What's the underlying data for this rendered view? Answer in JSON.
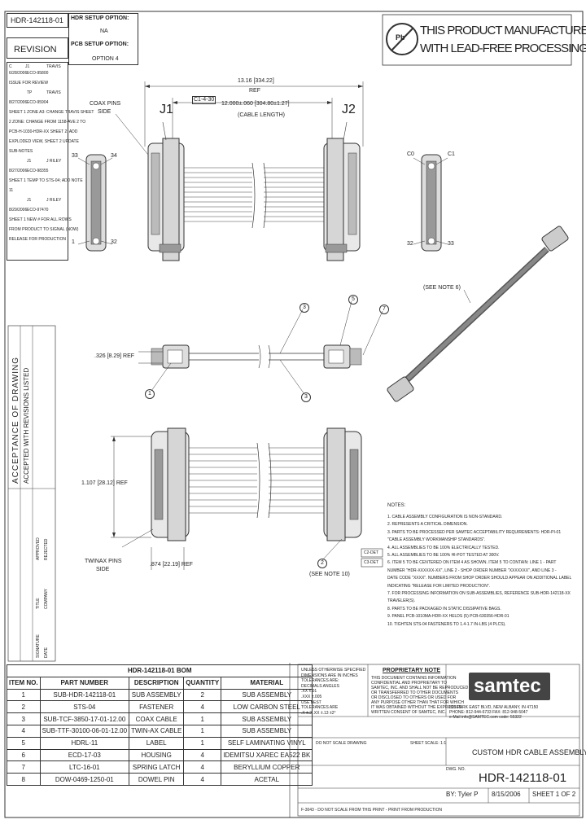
{
  "part_number_box": "HDR-142118-01",
  "revision": {
    "title": "REVISION",
    "header": [
      "C",
      "J1",
      "TRAVIS"
    ],
    "rows": [
      [
        "6/28/2006",
        "ECO-95800",
        ""
      ],
      [
        "ISSUE FOR REVIEW",
        "",
        ""
      ],
      [
        "",
        "TP",
        "TRAVIS"
      ],
      [
        "8/27/2006",
        "ECO-95904",
        ""
      ],
      [
        "SHEET 1 ZONE A3: CHANGE TRAVIS SHEET",
        "",
        ""
      ],
      [
        "2 ZONE: CHANGE FROM 1158-AVE 2 TO",
        "",
        ""
      ],
      [
        "PCB-H-1030-HDR-XX SHEET 2: ADD",
        "",
        ""
      ],
      [
        "EXPLODED VIEW, SHEET 2 UPDATE",
        "",
        ""
      ],
      [
        "SUB-NOTES",
        "",
        ""
      ],
      [
        "",
        "J1",
        "J RILEY"
      ],
      [
        "8/27/2006",
        "ECO-98355",
        ""
      ],
      [
        "SHEET 1 TEMP TO STS-04; ADD NOTE",
        "",
        ""
      ],
      [
        "11",
        "",
        ""
      ],
      [
        "",
        "J1",
        "J RILEY"
      ],
      [
        "8/29/2006",
        "ECO-97470",
        ""
      ],
      [
        "SHEET 1 NEW # FOR ALL ROWS",
        "",
        ""
      ],
      [
        "FROM PRODUCT TO SIGNAL (NOW)",
        "",
        ""
      ],
      [
        "RELEASE FOR PRODUCTION",
        "",
        ""
      ]
    ]
  },
  "setup": {
    "hdr_label": "HDR SETUP OPTION:",
    "hdr_value": "NA",
    "pcb_label": "PCB SETUP OPTION:",
    "pcb_value": "OPTION 4"
  },
  "lead_free": {
    "line1": "THIS PRODUCT MANUFACTURED",
    "line2": "WITH LEAD-FREE PROCESSING",
    "symbol": "Pb"
  },
  "drawing": {
    "overall": "13.16 [334.22]",
    "overall_ref": "REF",
    "cable_length": "12.000±.060 [304.80±1.27]",
    "cable_length_label": "(CABLE LENGTH)",
    "c1_tag": "C1-4-30",
    "j1": "J1",
    "j2": "J2",
    "coax_label_1": "COAX PINS",
    "coax_label_2": "SIDE",
    "pin_33": "33",
    "pin_34": "34",
    "pin_1": "1",
    "pin_32": "32",
    "pin_c0": "C0",
    "pin_c1": "C1",
    "pin_c2": "32",
    "pin_c3": "33",
    "see_note_6": "(SEE NOTE 6)",
    "see_note_10": "(SEE NOTE 10)",
    "dim_326": ".326 [8.29] REF",
    "dim_1107": "1.107 [28.12] REF",
    "dim_874": ".874 [22.19] REF",
    "twinax_1": "TWINAX PINS",
    "twinax_2": "SIDE",
    "balloons": [
      "1",
      "3",
      "5",
      "7",
      "3",
      "2"
    ]
  },
  "notes": {
    "title": "NOTES:",
    "lines": [
      "1. CABLE ASSEMBLY CONFIGURATION IS NON-STANDARD.",
      "2.  REPRESENTS A CRITICAL DIMENSION.",
      "3. PARTS TO BE PROCESSED PER SAMTEC ACCEPTABILITY REQUIREMENTS: HDR-PI-01",
      "   \"CABLE ASSEMBLY WORKMANSHIP STANDARDS\".",
      "4. ALL ASSEMBLIES TO BE 100% ELECTRICALLY TESTED.",
      "5. ALL ASSEMBLIES TO BE 100% HI-POT TESTED AT 300V.",
      "6. ITEM 5 TO BE CENTERED ON ITEM 4 AS SHOWN. ITEM 5 TO CONTAIN: LINE 1 - PART",
      "   NUMBER \"HDR-XXXXXX-XX\", LINE 2 - SHOP ORDER NUMBER \"XXXXXXX\", AND LINE 3 -",
      "   DATE CODE \"XXXX\". NUMBERS FROM SHOP ORDER SHOULD APPEAR ON ADDITIONAL LABEL",
      "   INDICATING \"RELEASE FOR LIMITED PRODUCTION\".",
      "7. FOR PROCESSING INFORMATION ON SUB-ASSEMBLIES, REFERENCE SUB-HDR-142118-XX",
      "   TRAVELER(S).",
      "8. PARTS TO BE PACKAGED IN STATIC DISSIPATIVE BAGS.",
      "9. PANEL PCB-1010MA-HDR-XX HELDS (5) PCB-630356-HDR-01",
      "10. TIGHTEN STS-04 FASTENERS TO 1.4-1.7 IN-LBS (4 PLCS)."
    ],
    "tags": [
      "C2-DET",
      "C3-DET"
    ]
  },
  "bom": {
    "title": "HDR-142118-01 BOM",
    "headers": [
      "ITEM NO.",
      "PART NUMBER",
      "DESCRIPTION",
      "QUANTITY",
      "MATERIAL"
    ],
    "rows": [
      [
        "1",
        "SUB-HDR-142118-01",
        "SUB ASSEMBLY",
        "2",
        "SUB ASSEMBLY"
      ],
      [
        "2",
        "STS-04",
        "FASTENER",
        "4",
        "LOW CARBON STEEL"
      ],
      [
        "3",
        "SUB-TCF-3850-17-01-12.00",
        "COAX CABLE",
        "1",
        "SUB ASSEMBLY"
      ],
      [
        "4",
        "SUB-TTF-30100-06-01-12.00",
        "TWIN-AX CABLE",
        "1",
        "SUB ASSEMBLY"
      ],
      [
        "5",
        "HDRL-11",
        "LABEL",
        "1",
        "SELF LAMINATING VINYL"
      ],
      [
        "6",
        "ECD-17-03",
        "HOUSING",
        "4",
        "IDEMITSU XAREC EA522 BK"
      ],
      [
        "7",
        "LTC-16-01",
        "SPRING LATCH",
        "4",
        "BERYLLIUM COPPER"
      ],
      [
        "8",
        "DOW-0469-1250-01",
        "DOWEL PIN",
        "4",
        "ACETAL"
      ]
    ]
  },
  "title_block": {
    "tolerance_lines": [
      "UNLESS OTHERWISE SPECIFIED",
      "DIMENSIONS ARE IN INCHES",
      "TOLERANCES ARE:",
      "DECIMALS    ANGLES",
      ".XX ±.01",
      ".XXX ±.005",
      "USE BEST",
      "TOLERANCES ARE",
      ".X ±.2  .XX ±.13  ±2°"
    ],
    "proprietary_title": "PROPRIETARY NOTE",
    "proprietary_lines": [
      "THIS DOCUMENT CONTAINS INFORMATION",
      "CONFIDENTIAL AND PROPRIETARY TO",
      "SAMTEC, INC. AND SHALL NOT BE REPRODUCED",
      "OR TRANSFERRED TO OTHER DOCUMENTS",
      "OR DISCLOSED TO OTHERS OR USED FOR",
      "ANY PURPOSE OTHER THAN THAT FOR WHICH",
      "IT WAS OBTAINED WITHOUT THE EXPRESSED",
      "WRITTEN CONSENT OF SAMTEC, INC."
    ],
    "company": "samtec",
    "address_lines": [
      "520 PARK EAST BLVD, NEW ALBANY, IN 47150",
      "PHONE: 812-944-6733   FAX: 812-948-5047",
      "e-Mail info@SAMTEC.com   code: 55322"
    ],
    "do_not_scale": "DO NOT SCALE DRAWING",
    "sheet_scale": "SHEET SCALE: 1:1",
    "description": "CUSTOM HDR CABLE ASSEMBLY",
    "dwg_label": "DWG. NO.",
    "dwg_no": "HDR-142118-01",
    "by": "BY: Tyler P",
    "date": "8/15/2006",
    "sheet": "SHEET 1 OF 2",
    "footer": "F-3043 - DO NOT SCALE FROM THIS PRINT - PRINT FROM PRODUCTION"
  },
  "left_stamp": {
    "line1": "ACCEPTANCE OF DRAWING",
    "line2": "ACCEPTED WITH REVISIONS LISTED",
    "small": [
      "SIGNATURE",
      "DATE",
      "TITLE",
      "COMPANY",
      "APPROVED",
      "REJECTED"
    ]
  }
}
